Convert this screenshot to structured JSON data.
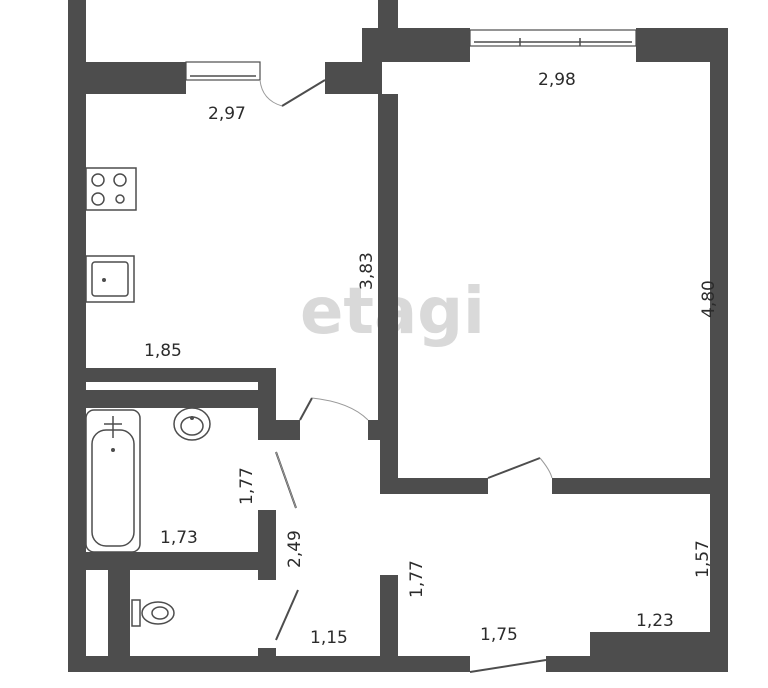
{
  "watermark": "etagi",
  "dimensions": {
    "kitchen_top": "2,97",
    "room_top": "2,98",
    "kitchen_side": "3,83",
    "room_side": "4,80",
    "kitchen_bottom": "1,85",
    "bath_height": "1,77",
    "bath_width": "1,73",
    "corridor_vertical": "2,49",
    "toilet_width": "1,15",
    "hall_vertical": "1,77",
    "hall_width": "1,75",
    "right_height": "1,57",
    "right_width": "1,23"
  }
}
